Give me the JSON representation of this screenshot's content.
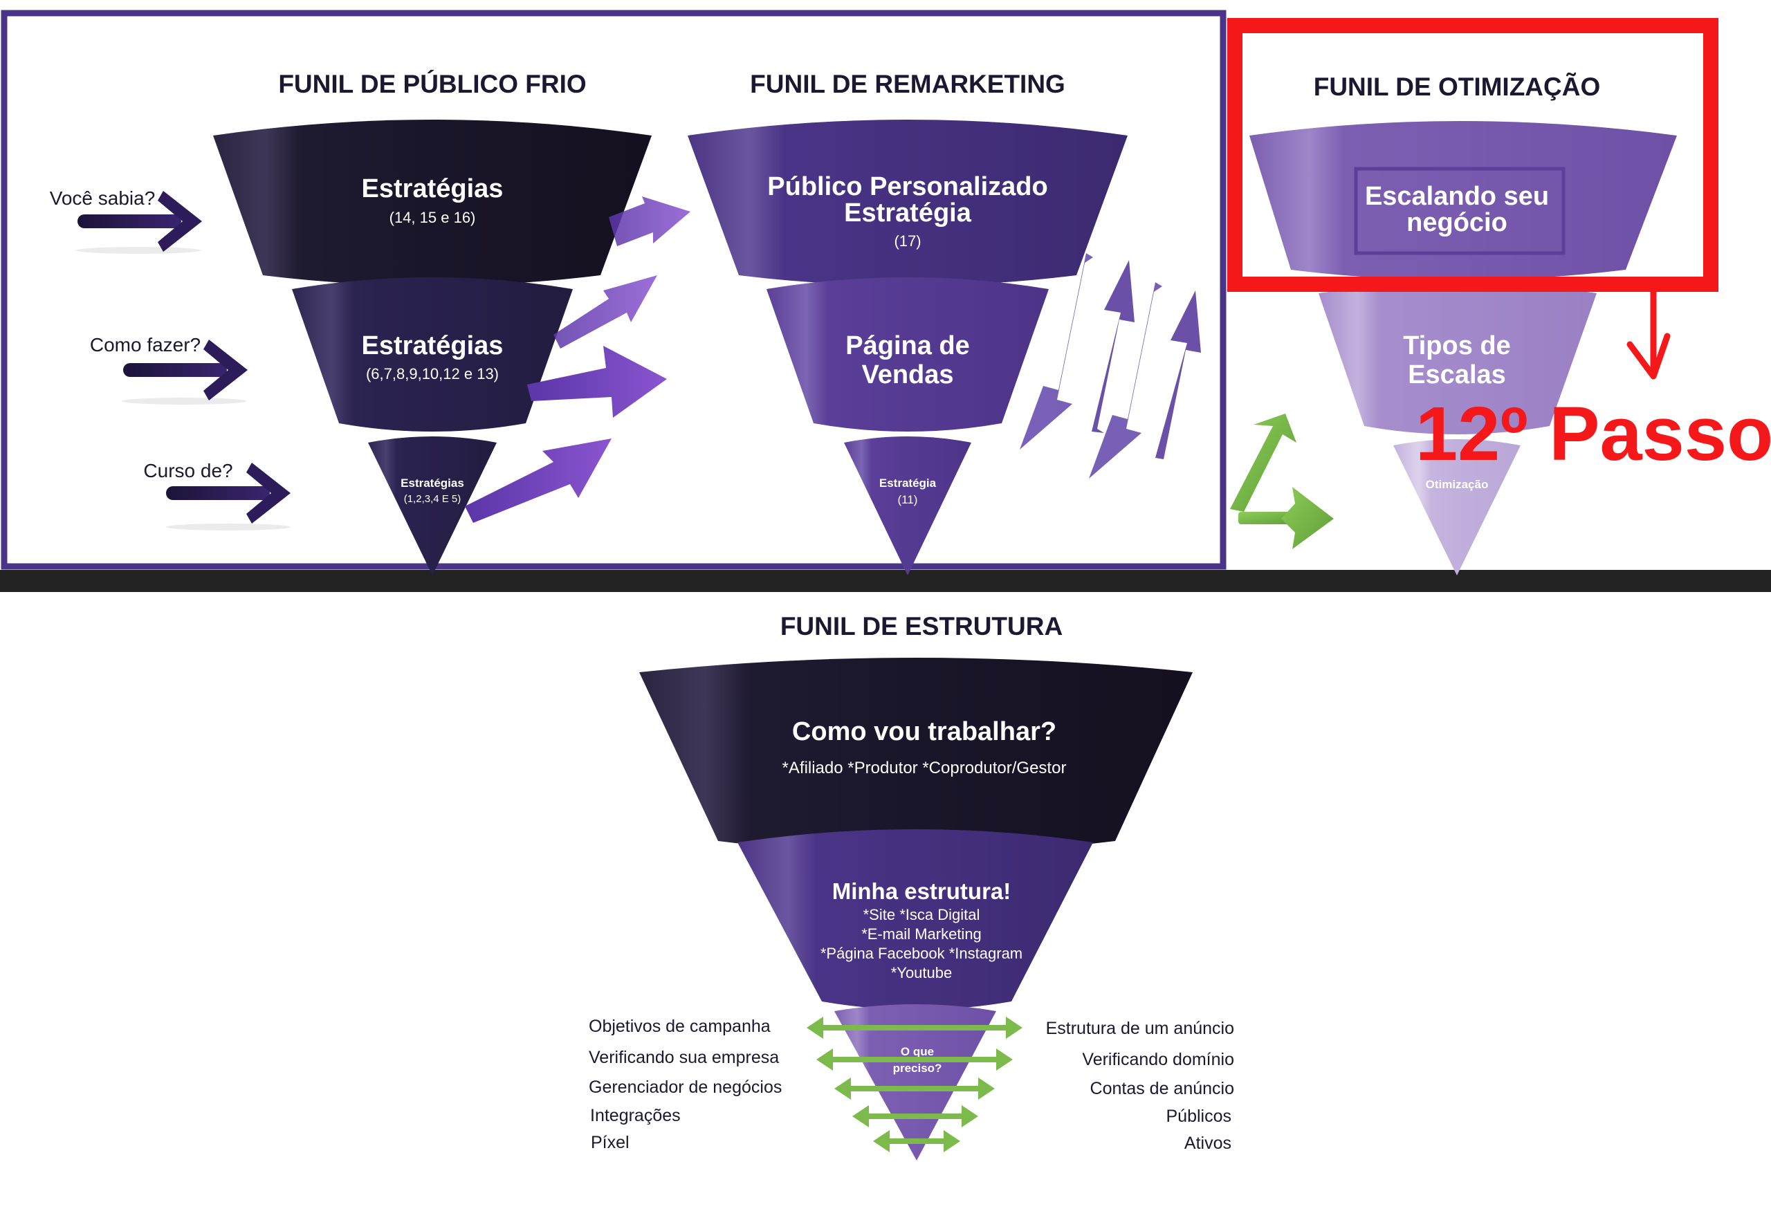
{
  "funnels": {
    "cold": {
      "title": "FUNIL DE PÚBLICO FRIO",
      "top": {
        "title": "Estratégias",
        "sub": "(14, 15 e 16)"
      },
      "middle": {
        "title": "Estratégias",
        "sub": "(6,7,8,9,10,12 e 13)"
      },
      "bottom": {
        "title": "Estratégias",
        "sub": "(1,2,3,4 E 5)"
      },
      "side_labels": [
        "Você sabia?",
        "Como fazer?",
        "Curso de?"
      ]
    },
    "remarketing": {
      "title": "FUNIL DE REMARKETING",
      "top": {
        "line1": "Público Personalizado",
        "line2": "Estratégia",
        "sub": "(17)"
      },
      "middle": {
        "line1": "Página de",
        "line2": "Vendas"
      },
      "bottom": {
        "title": "Estratégia",
        "sub": "(11)"
      }
    },
    "optimization": {
      "title": "FUNIL DE OTIMIZAÇÃO",
      "top": {
        "line1": "Escalando seu",
        "line2": "negócio"
      },
      "middle": {
        "line1": "Tipos de",
        "line2": "Escalas"
      },
      "bottom": {
        "title": "Otimização"
      }
    },
    "structure": {
      "title": "FUNIL DE ESTRUTURA",
      "top": {
        "title": "Como vou trabalhar?",
        "sub": "*Afiliado *Produtor *Coprodutor/Gestor"
      },
      "middle": {
        "title": "Minha estrutura!",
        "lines": [
          "*Site *Isca Digital",
          "*E-mail Marketing",
          "*Página Facebook *Instagram",
          "*Youtube"
        ]
      },
      "bottom": {
        "line1": "O que",
        "line2": "preciso?"
      },
      "left_items": [
        "Objetivos de campanha",
        "Verificando sua empresa",
        "Gerenciador de negócios",
        "Integrações",
        "Píxel"
      ],
      "right_items": [
        "Estrutura de um anúncio",
        "Verificando domínio",
        "Contas de anúncio",
        "Públicos",
        "Ativos"
      ]
    }
  },
  "annotation": {
    "step_label": "12º Passo",
    "color": "#f5181b"
  },
  "colors": {
    "frame": "#4a3488",
    "dark": "#1c1730",
    "purple": "#4e3289",
    "light_purple": "#8d6bbd",
    "arrow_green": "#6fae3f",
    "divider": "#222222"
  }
}
